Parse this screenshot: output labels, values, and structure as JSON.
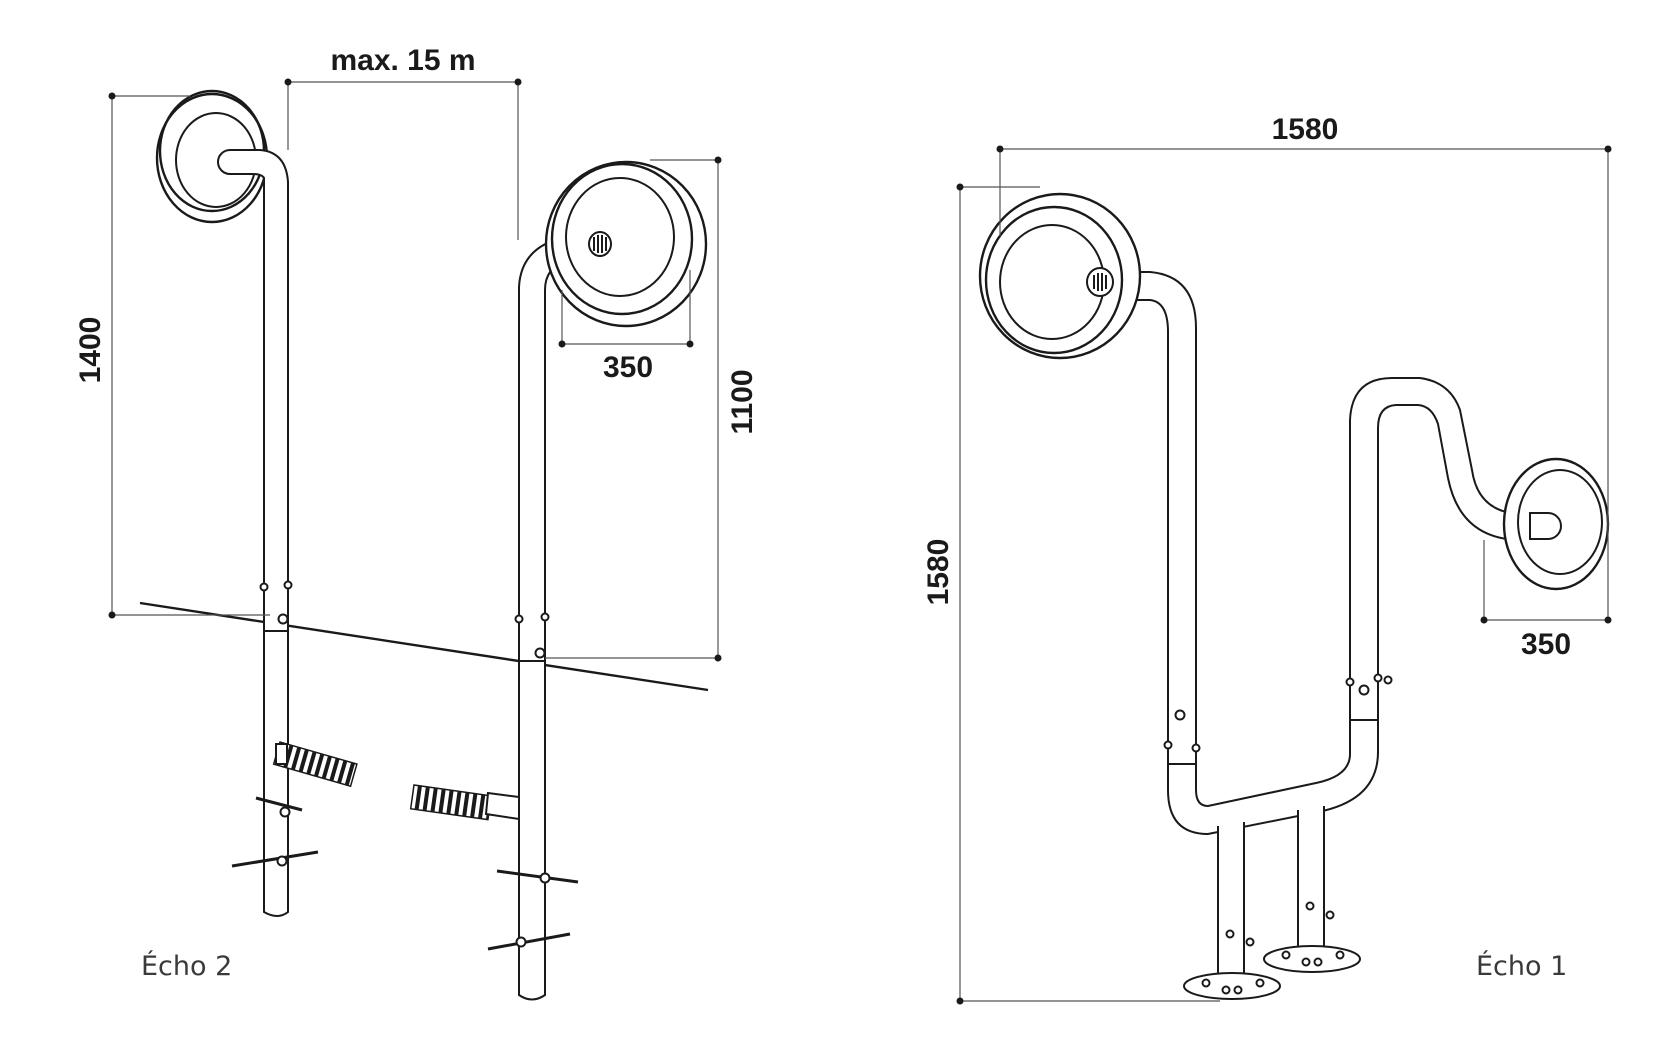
{
  "echo2": {
    "caption": "Écho 2",
    "dim_spacing": "max. 15 m",
    "dim_height_tall": "1400",
    "dim_height_short": "1100",
    "dim_dish": "350"
  },
  "echo1": {
    "caption": "Écho 1",
    "dim_width": "1580",
    "dim_height": "1580",
    "dim_dish": "350"
  },
  "colors": {
    "ink": "#1a1a1a",
    "caption": "#3a3a3a",
    "background": "#ffffff"
  }
}
